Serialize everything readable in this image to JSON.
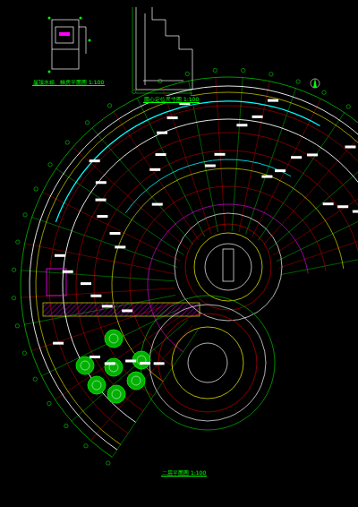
{
  "diagram": {
    "title": "二层平面图 1:100",
    "labels": [
      "屋顶水箱、梯房平面图 1:100",
      "圆心定位尺寸图 1:100"
    ]
  }
}
